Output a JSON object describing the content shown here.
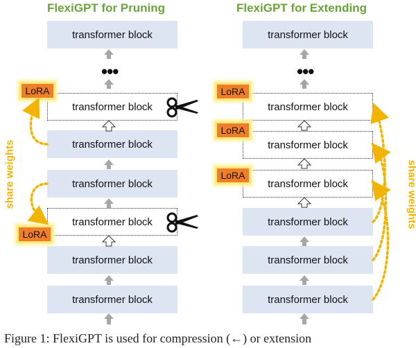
{
  "left": {
    "title": "FlexiGPT for Pruning",
    "blocks": [
      "transformer block",
      "transformer block",
      "transformer block",
      "transformer block",
      "transformer block",
      "transformer block",
      "transformer block"
    ],
    "lora": [
      "LoRA",
      "LoRA"
    ],
    "ellipsis": "•••",
    "share_label": "share weights"
  },
  "right": {
    "title": "FlexiGPT for Extending",
    "blocks": [
      "transformer block",
      "transformer block",
      "transformer block",
      "transformer block",
      "transformer block",
      "transformer block",
      "transformer block"
    ],
    "lora": [
      "LoRA",
      "LoRA",
      "LoRA"
    ],
    "ellipsis": "•••",
    "share_label": "share weights"
  },
  "caption": "Figure 1: FlexiGPT is used for compression (←) or extension",
  "colors": {
    "block_fill": "#dde5f3",
    "lora_fill": "#ef7d2a",
    "lora_border": "#ffe97a",
    "share_arrow": "#f2b400",
    "title": "#6aa33a",
    "arrow": "#a6a6a6"
  }
}
